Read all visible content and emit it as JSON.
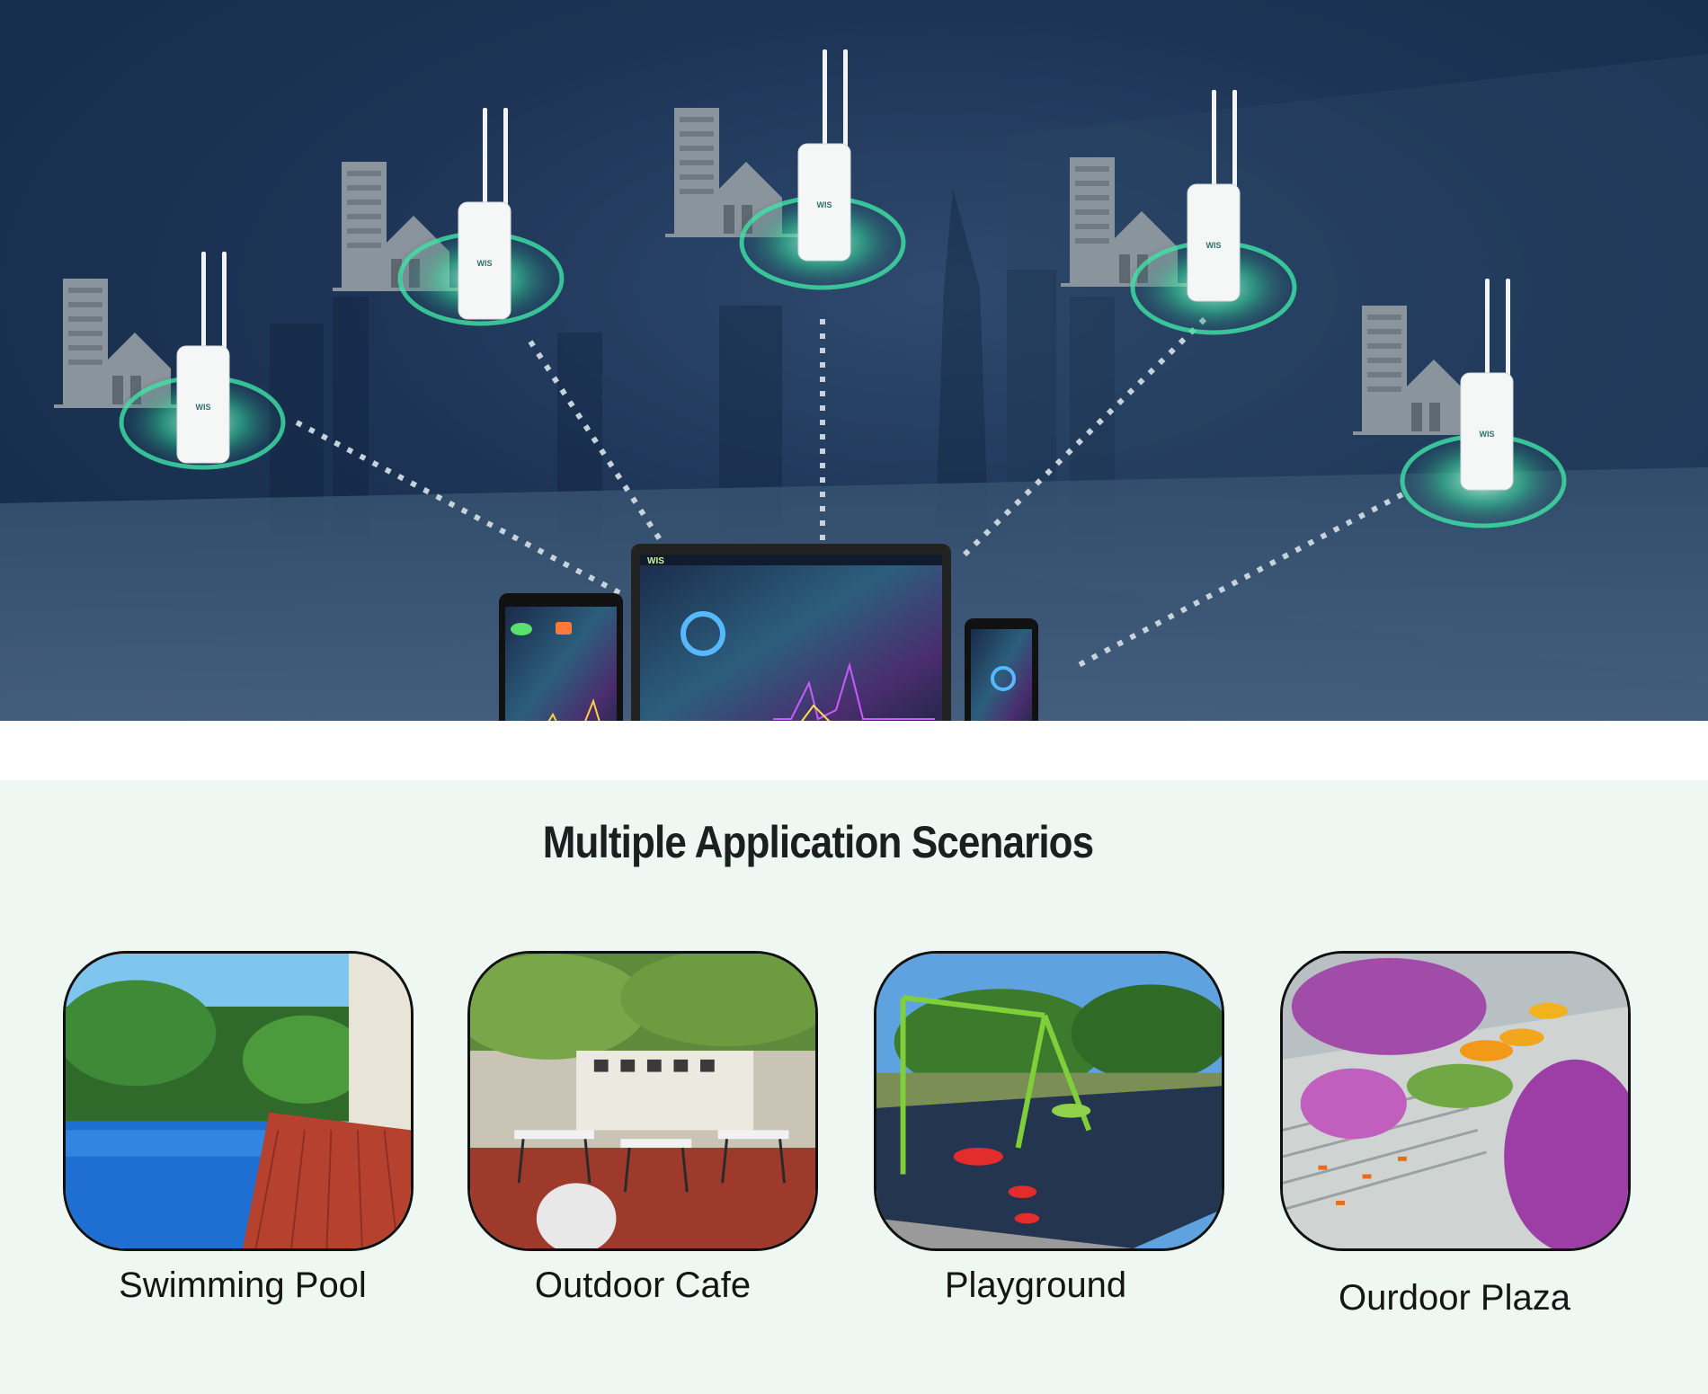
{
  "hero": {
    "access_points": [
      {
        "brand": "WIS"
      },
      {
        "brand": "WIS"
      },
      {
        "brand": "WIS"
      },
      {
        "brand": "WIS"
      },
      {
        "brand": "WIS"
      }
    ],
    "laptop_brand": "WIS",
    "icons": [
      "building-icon",
      "house-icon",
      "wifi-signal-icon",
      "access-point-icon",
      "tablet-icon",
      "laptop-icon",
      "phone-icon"
    ],
    "colors": {
      "glow": "#35e0a0",
      "sky": "#1d3456",
      "dotted_link": "#c7d3dc"
    }
  },
  "section": {
    "title": "Multiple Application Scenarios"
  },
  "scenarios": [
    {
      "label": "Swimming Pool",
      "icon": "pool-photo"
    },
    {
      "label": "Outdoor Cafe",
      "icon": "cafe-photo"
    },
    {
      "label": "Playground",
      "icon": "playground-photo"
    },
    {
      "label": "Ourdoor Plaza",
      "icon": "plaza-photo"
    }
  ]
}
